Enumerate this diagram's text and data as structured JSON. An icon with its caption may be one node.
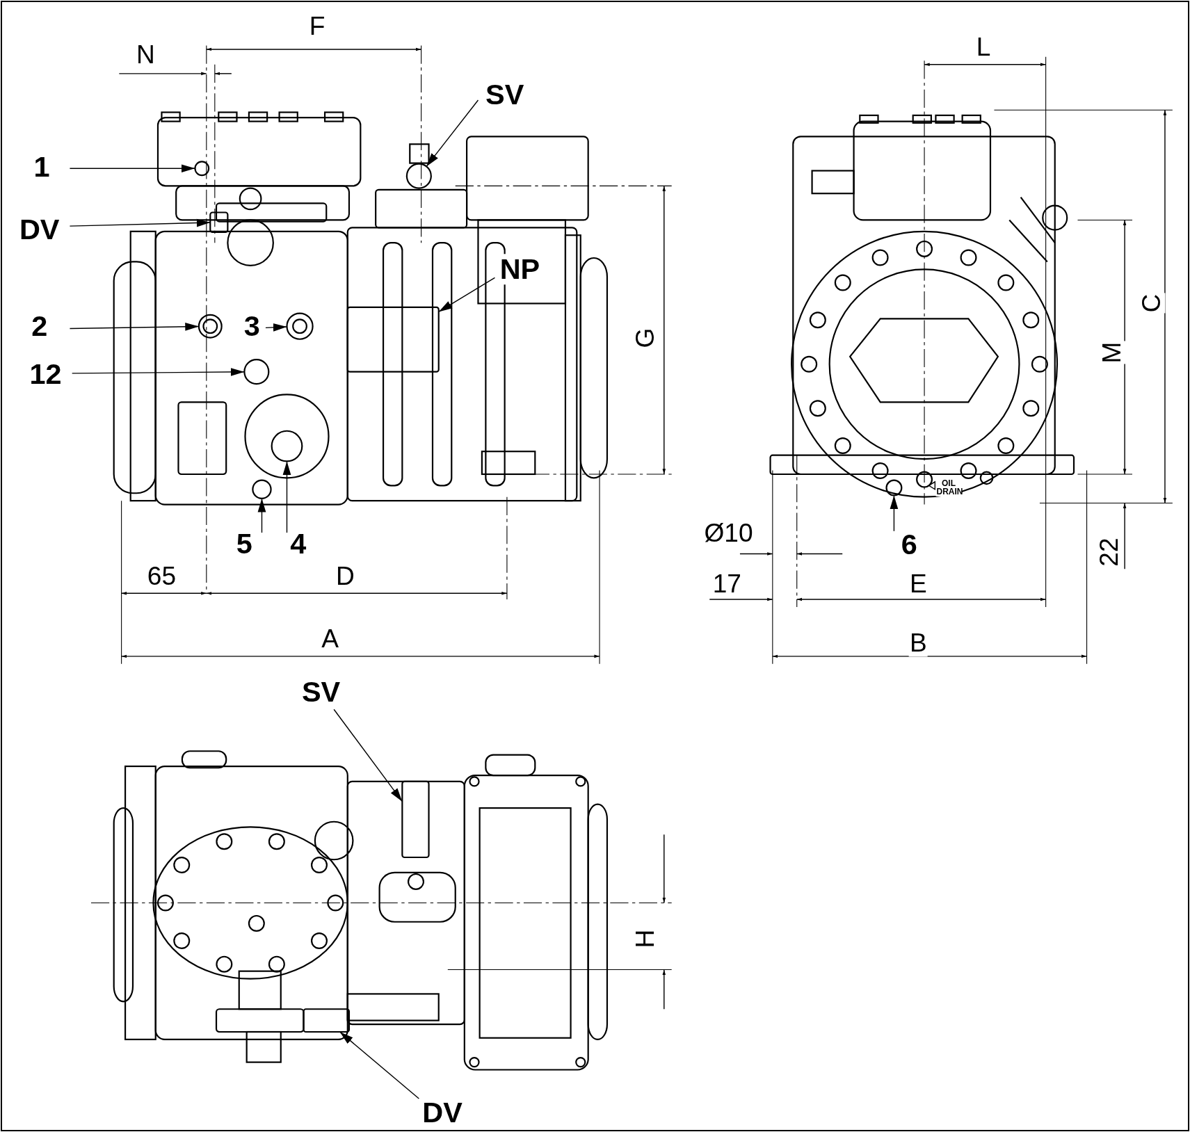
{
  "diagram": {
    "nodes": [
      {
        "text": [
          "1"
        ]
      },
      {
        "text": [
          "DV"
        ]
      },
      {
        "text": [
          "2"
        ]
      },
      {
        "text": [
          "3"
        ]
      },
      {
        "text": [
          "12"
        ]
      },
      {
        "text": [
          "5"
        ]
      },
      {
        "text": [
          "4"
        ]
      },
      {
        "text": [
          "SV"
        ]
      },
      {
        "text": [
          "NP"
        ]
      },
      {
        "text": [
          "6"
        ]
      },
      {
        "text": [
          "SV"
        ]
      },
      {
        "text": [
          "DV"
        ]
      },
      {
        "text": [],
        "shape": "circle"
      },
      {
        "text": [],
        "shape": "box"
      },
      {
        "text": [],
        "shape": "circle"
      },
      {
        "text": [],
        "shape": "circle"
      },
      {
        "text": [],
        "shape": "circle"
      },
      {
        "text": [],
        "shape": "circle"
      },
      {
        "text": [],
        "shape": "circle"
      },
      {
        "text": [],
        "shape": "circle"
      },
      {
        "text": [],
        "shape": "box"
      },
      {
        "text": [],
        "shape": "circle"
      },
      {
        "text": [],
        "shape": "box"
      },
      {
        "text": [],
        "shape": "box"
      }
    ],
    "edges": [
      {
        "from": 0,
        "to": 12,
        "arrow": "to"
      },
      {
        "from": 1,
        "to": 13,
        "arrow": "to"
      },
      {
        "from": 2,
        "to": 14,
        "arrow": "to"
      },
      {
        "from": 3,
        "to": 15,
        "arrow": "to"
      },
      {
        "from": 4,
        "to": 16,
        "arrow": "to"
      },
      {
        "from": 5,
        "to": 17,
        "arrow": "to"
      },
      {
        "from": 6,
        "to": 18,
        "arrow": "to"
      },
      {
        "from": 7,
        "to": 19,
        "arrow": "to"
      },
      {
        "from": 8,
        "to": 20,
        "arrow": "to"
      },
      {
        "from": 9,
        "to": 21,
        "arrow": "to"
      },
      {
        "from": 10,
        "to": 22,
        "arrow": "to"
      },
      {
        "from": 11,
        "to": 23,
        "arrow": "to"
      }
    ],
    "labels": [
      "F",
      "L",
      "N",
      "G",
      "C",
      "M",
      "Ø10",
      "17",
      "E",
      "22",
      "B",
      "65",
      "D",
      "A",
      "H",
      "OIL DRAIN"
    ]
  }
}
